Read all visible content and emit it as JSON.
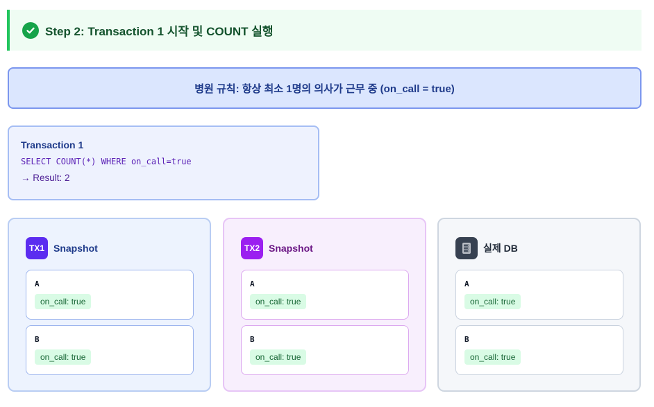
{
  "step": {
    "title": "Step 2: Transaction 1 시작 및 COUNT 실행",
    "icon": "check-circle-icon",
    "accent": "#22c55e"
  },
  "rule": {
    "text": "병원 규칙: 항상 최소 1명의 의사가 근무 중 (on_call = true)"
  },
  "transaction": {
    "title": "Transaction 1",
    "query": "SELECT COUNT(*) WHERE on_call=true",
    "result": "→ Result: 2"
  },
  "panels": [
    {
      "badge": "TX1",
      "label": "Snapshot",
      "color": "#5b2cf0",
      "rows": [
        {
          "name": "A",
          "status": "on_call: true"
        },
        {
          "name": "B",
          "status": "on_call: true"
        }
      ]
    },
    {
      "badge": "TX2",
      "label": "Snapshot",
      "color": "#9b1ff0",
      "rows": [
        {
          "name": "A",
          "status": "on_call: true"
        },
        {
          "name": "B",
          "status": "on_call: true"
        }
      ]
    },
    {
      "badge": "database-icon",
      "label": "실제 DB",
      "color": "#374151",
      "rows": [
        {
          "name": "A",
          "status": "on_call: true"
        },
        {
          "name": "B",
          "status": "on_call: true"
        }
      ]
    }
  ]
}
